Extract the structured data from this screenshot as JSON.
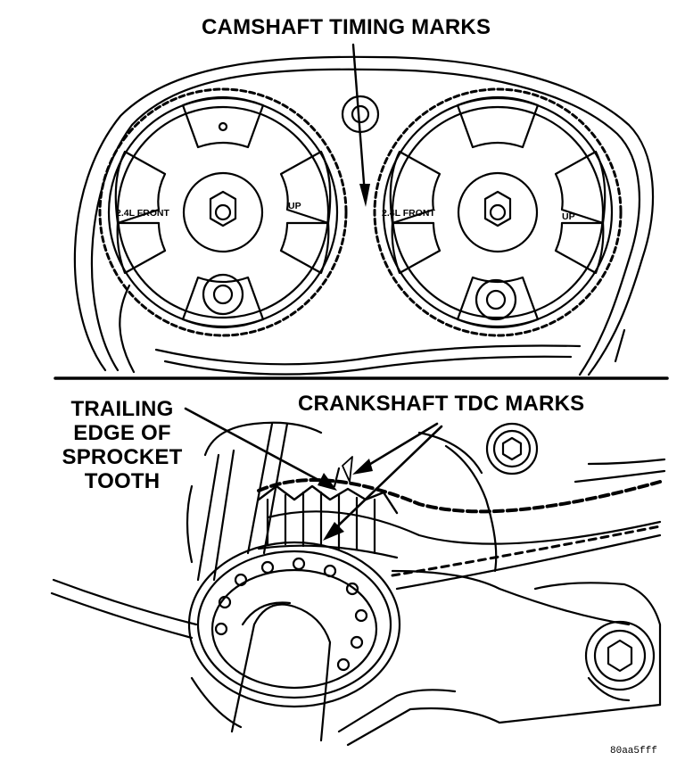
{
  "labels": {
    "camshaft_timing_marks": "CAMSHAFT TIMING MARKS",
    "crankshaft_tdc_marks": "CRANKSHAFT TDC MARKS",
    "trailing_edge_lines": [
      "TRAILING",
      "EDGE OF",
      "SPROCKET",
      "TOOTH"
    ]
  },
  "sprocket_text": {
    "left": {
      "front": "2.4L FRONT",
      "up": "UP"
    },
    "right": {
      "front": "2.4L FRONT",
      "up": "UP"
    }
  },
  "figure_code": "80aa5fff",
  "colors": {
    "ink": "#000000",
    "paper": "#ffffff"
  }
}
